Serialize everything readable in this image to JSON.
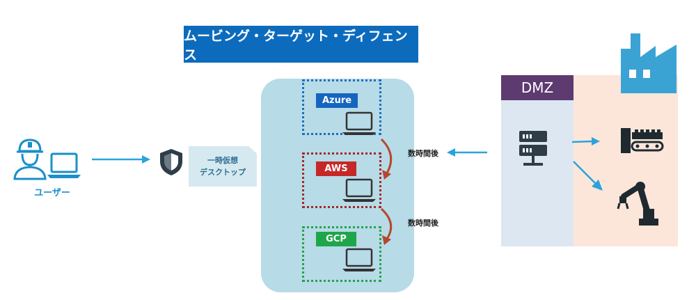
{
  "title": "ムービング・ターゲット・ディフェンス",
  "user": {
    "label": "ユーザー",
    "user_icon": "worker-icon",
    "device_icon": "laptop-icon"
  },
  "security": {
    "icon": "shield-icon"
  },
  "vdi": {
    "line1": "一時仮想",
    "line2": "デスクトップ"
  },
  "clouds": [
    {
      "label": "Azure",
      "color": "#1565c0",
      "border_color": "#1e6fbf",
      "icon": "laptop-icon"
    },
    {
      "label": "AWS",
      "color": "#c62828",
      "border_color": "#a52828",
      "icon": "laptop-icon"
    },
    {
      "label": "GCP",
      "color": "#1fa64a",
      "border_color": "#25a34a",
      "icon": "laptop-icon"
    }
  ],
  "rotation_labels": [
    "数時間後",
    "数時間後"
  ],
  "dmz": {
    "label": "DMZ",
    "icon": "server-icon"
  },
  "factory": {
    "icon": "factory-icon",
    "devices": [
      "conveyor-machine-icon",
      "robot-arm-icon"
    ]
  },
  "colors": {
    "accent": "#0d6bbd",
    "arrow": "#2aa3dc",
    "rotation_arrow": "#b5472f",
    "dmz_header": "#5d3a6f",
    "cloud_panel": "#b7dbe7"
  }
}
